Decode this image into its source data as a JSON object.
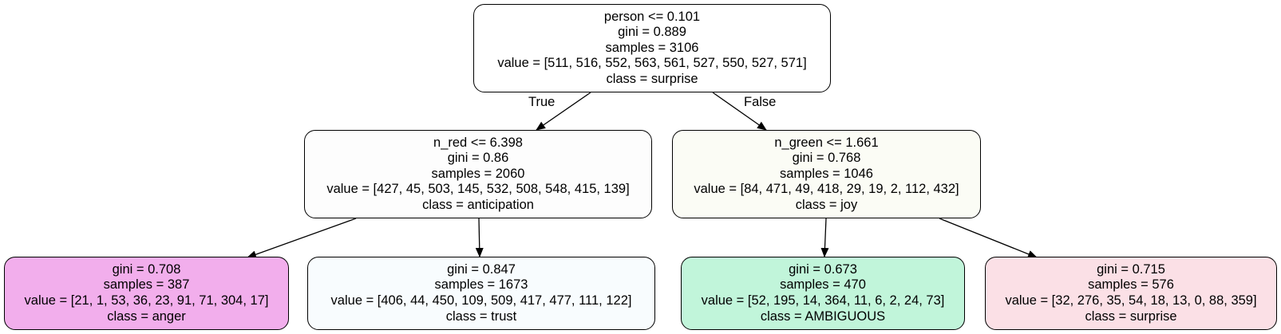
{
  "tree": {
    "root": {
      "split": "person <= 0.101",
      "gini": "gini = 0.889",
      "samples": "samples = 3106",
      "value": "value = [511, 516, 552, 563, 561, 527, 550, 527, 571]",
      "class": "class = surprise",
      "fill": "#ffffff"
    },
    "left": {
      "split": "n_red <= 6.398",
      "gini": "gini = 0.86",
      "samples": "samples = 2060",
      "value": "value = [427, 45, 503, 145, 532, 508, 548, 415, 139]",
      "class": "class = anticipation",
      "fill": "#fdfdfd"
    },
    "right": {
      "split": "n_green <= 1.661",
      "gini": "gini = 0.768",
      "samples": "samples = 1046",
      "value": "value = [84, 471, 49, 418, 29, 19, 2, 112, 432]",
      "class": "class = joy",
      "fill": "#fbfcf5"
    },
    "leaf_ll": {
      "gini": "gini = 0.708",
      "samples": "samples = 387",
      "value": "value = [21, 1, 53, 36, 23, 91, 71, 304, 17]",
      "class": "class = anger",
      "fill": "#f2aeec"
    },
    "leaf_lr": {
      "gini": "gini = 0.847",
      "samples": "samples = 1673",
      "value": "value = [406, 44, 450, 109, 509, 417, 477, 111, 122]",
      "class": "class = trust",
      "fill": "#f8fcfe"
    },
    "leaf_rl": {
      "gini": "gini = 0.673",
      "samples": "samples = 470",
      "value": "value = [52, 195, 14, 364, 11, 6, 2, 24, 73]",
      "class": "class = AMBIGUOUS",
      "fill": "#c1f5da"
    },
    "leaf_rr": {
      "gini": "gini = 0.715",
      "samples": "samples = 576",
      "value": "value = [32, 276, 35, 54, 18, 13, 0, 88, 359]",
      "class": "class = surprise",
      "fill": "#fbe0e6"
    }
  },
  "edge_labels": {
    "true_label": "True",
    "false_label": "False"
  },
  "colors": {
    "line": "#000000"
  }
}
